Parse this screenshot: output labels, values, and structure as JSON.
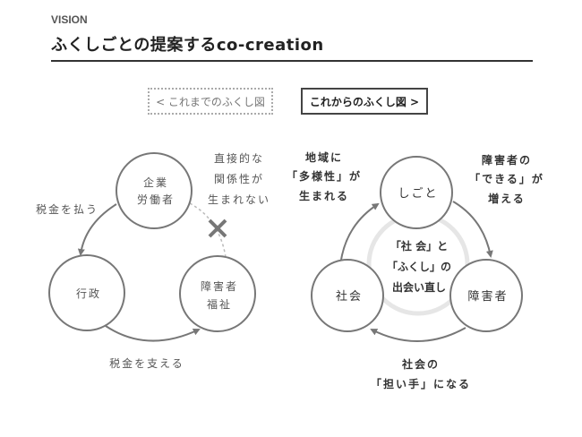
{
  "header": {
    "eyebrow": "VISION",
    "title": "ふくしごとの提案するco-creation"
  },
  "nav": {
    "prev_label": "< これまでのふくし図",
    "next_label": "これからのふくし図 >"
  },
  "before": {
    "nodes": {
      "company": [
        "企業",
        "労働者"
      ],
      "government": "行政",
      "welfare": [
        "障害者",
        "福祉"
      ]
    },
    "labels": {
      "pay_tax": "税金を払う",
      "support_tax": "税金を支える",
      "no_relation": [
        "直接的な",
        "関係性が",
        "生まれない"
      ]
    },
    "broken_link_icon": "x-mark-icon"
  },
  "after": {
    "nodes": {
      "work": "しごと",
      "disabled": "障害者",
      "society": "社会"
    },
    "center": [
      "「社 会」と",
      "「ふくし」の",
      "出会い直し"
    ],
    "labels": {
      "diversity": [
        "地域に",
        "「多様性」が",
        "生まれる"
      ],
      "can_do": [
        "障害者の",
        "「できる」が",
        "増える"
      ],
      "bearer": [
        "社会の",
        "「担い手」になる"
      ]
    }
  },
  "colors": {
    "line": "#777777",
    "ring": "#e6e6e6",
    "text": "#333333"
  }
}
